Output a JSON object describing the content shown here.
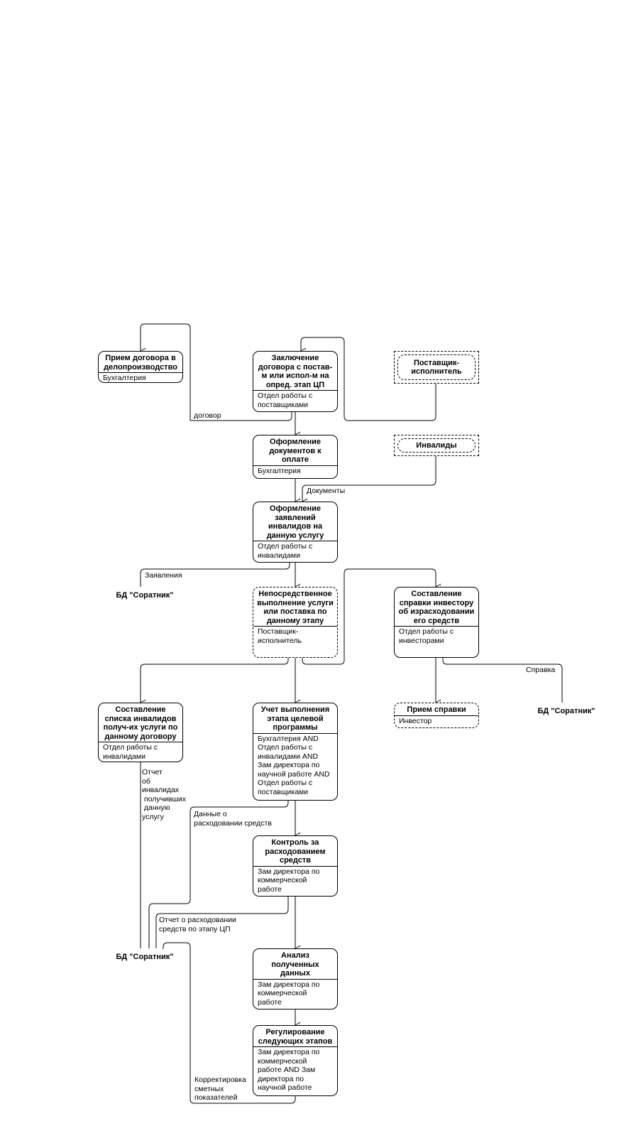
{
  "processes": {
    "priem_dogovora": {
      "title": "Прием договора в делопроизводство",
      "role": "Бухгалтерия"
    },
    "zakluchenie": {
      "title": "Заключение договора с постав-м или испол-м на опред. этап  ЦП",
      "role": "Отдел работы с поставщиками"
    },
    "oformlenie_doc": {
      "title": "Оформление документов к оплате",
      "role": "Бухгалтерия"
    },
    "oformlenie_zayav": {
      "title": "Оформление заявлений инвалидов на данную услугу",
      "role": "Отдел работы с инвалидами"
    },
    "neposredstvennoe": {
      "title": "Непосредственное выполнение услуги или поставка по данному этапу",
      "role": "Поставщик-исполнитель"
    },
    "spravka_investoru": {
      "title": "Составление справки инвестору об израсходовании его средств",
      "role": "Отдел работы с инвесторами"
    },
    "spisok_invalidov": {
      "title": "Составление списка инвалидов получ-их услуги по данному договору",
      "role": "Отдел работы с инвалидами"
    },
    "uchet": {
      "title": "Учет выполнения этапа целевой программы",
      "role": "Бухгалтерия AND Отдел работы с инвалидами AND Зам директора по научной работе AND Отдел работы с поставщиками"
    },
    "priem_spravki": {
      "title": "Прием справки",
      "role": "Инвестор"
    },
    "kontrol": {
      "title": "Контроль за расходованием средств",
      "role": "Зам директора по коммерческой работе"
    },
    "analiz": {
      "title": "Анализ полученных данных",
      "role": "Зам директора по коммерческой работе"
    },
    "regulirovanie": {
      "title": "Регулирование следующих этапов",
      "role": "Зам директора по коммерческой работе AND Зам директора по научной работе"
    }
  },
  "externals": {
    "postavshik": "Поставщик-исполнитель",
    "invalidy": "Инвалиды"
  },
  "stores": {
    "db1": "БД \"Соратник\"",
    "db2": "БД \"Соратник\"",
    "db3": "БД \"Соратник\""
  },
  "flows": {
    "dogovor": "договор",
    "dokumenty": "Документы",
    "zayavleniya": "Заявления",
    "spravka": "Справка",
    "otchet_ob_invalidah": "Отчет\nоб\nинвалидах\n получивших\n данную\nуслугу",
    "dannye_o_rashodovanii": "Данные о\nрасходовании средств",
    "otchet_o_rashodovanii": "Отчет о расходовании\nсредств по этапу ЦП",
    "korrektirovka": "Корректировка\nсметных\nпоказателей"
  }
}
